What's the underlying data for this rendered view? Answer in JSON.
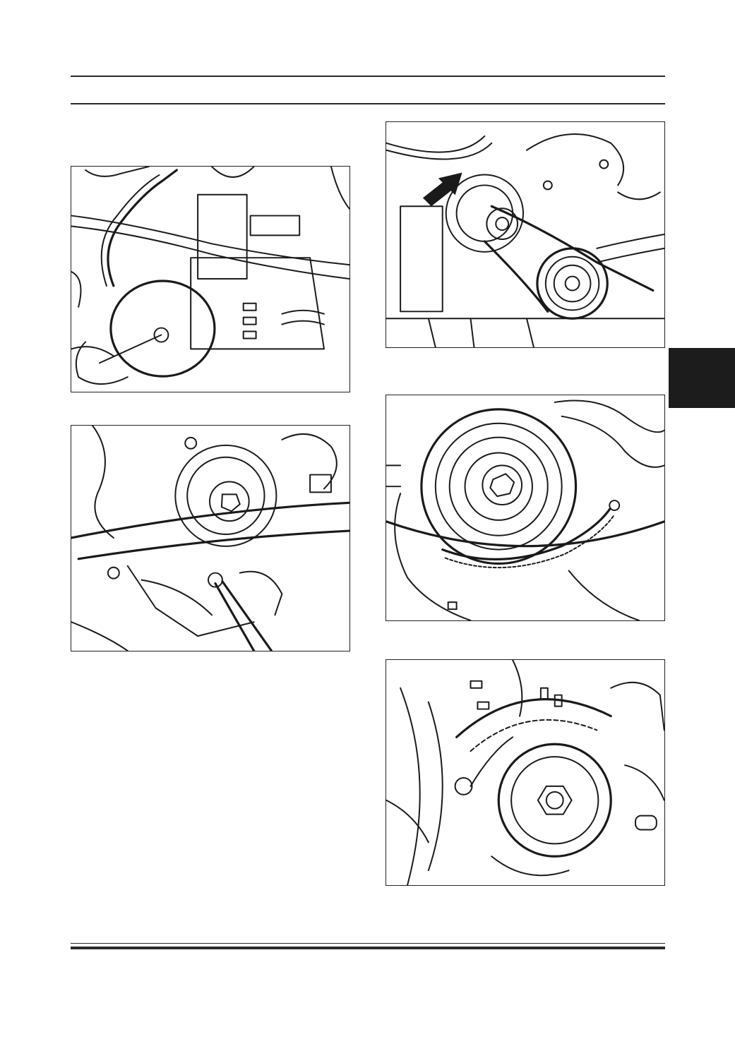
{
  "page": {
    "section_tab_color": "#1c1c1c",
    "rule_color": "#2a2a2a"
  },
  "figures": [
    {
      "id": "fig-1",
      "icon": "alternator-terminal-nut-spanner-drawing"
    },
    {
      "id": "fig-2",
      "icon": "alternator-pulley-bracket-drawing"
    },
    {
      "id": "fig-3",
      "icon": "engine-front-accessory-drive-arrow-drawing"
    },
    {
      "id": "fig-4",
      "icon": "flywheel-ring-gear-drawing"
    },
    {
      "id": "fig-5",
      "icon": "starter-ring-gear-bolt-drawing"
    }
  ]
}
